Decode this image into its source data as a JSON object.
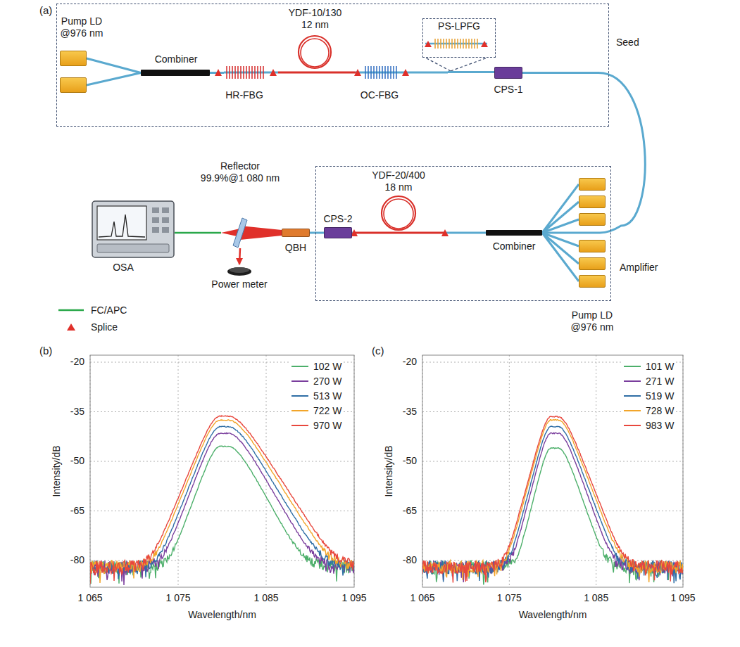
{
  "diagram": {
    "nodes": [
      {
        "text": [
          "Seed"
        ]
      },
      {
        "text": [
          "Pump LD @976 nm"
        ],
        "in": 0
      },
      {
        "text": [
          "Combiner"
        ],
        "in": 0
      },
      {
        "text": [
          "HR-FBG"
        ],
        "in": 0
      },
      {
        "text": [
          "YDF-10/130 12 nm"
        ],
        "in": 0
      },
      {
        "text": [
          "OC-FBG"
        ],
        "in": 0
      },
      {
        "text": [
          "PS-LPFG"
        ],
        "in": 0
      },
      {
        "text": [
          "CPS-1"
        ],
        "in": 0
      },
      {
        "text": [
          "Amplifier"
        ]
      },
      {
        "text": [
          "Pump LD @976 nm"
        ],
        "in": 8
      },
      {
        "text": [
          "Combiner"
        ],
        "in": 8
      },
      {
        "text": [
          "YDF-20/400 18 nm"
        ],
        "in": 8
      },
      {
        "text": [
          "CPS-2"
        ],
        "in": 8
      },
      {
        "text": [
          "QBH"
        ]
      },
      {
        "text": [
          "Reflector 99.9%@1 080 nm"
        ]
      },
      {
        "text": [
          "Power meter"
        ]
      },
      {
        "text": [
          "OSA"
        ]
      }
    ],
    "edges": [
      {
        "from": 1,
        "to": 2,
        "arrow": "none"
      },
      {
        "from": 2,
        "to": 3,
        "arrow": "none"
      },
      {
        "from": 3,
        "to": 4,
        "arrow": "none"
      },
      {
        "from": 4,
        "to": 5,
        "arrow": "none"
      },
      {
        "from": 5,
        "to": 6,
        "arrow": "none"
      },
      {
        "from": 6,
        "to": 7,
        "arrow": "none"
      },
      {
        "from": 7,
        "to": 10,
        "arrow": "none"
      },
      {
        "from": 9,
        "to": 10,
        "arrow": "none"
      },
      {
        "from": 10,
        "to": 11,
        "arrow": "none"
      },
      {
        "from": 11,
        "to": 12,
        "arrow": "none"
      },
      {
        "from": 12,
        "to": 13,
        "arrow": "none"
      },
      {
        "from": 13,
        "to": 14,
        "arrow": "none"
      },
      {
        "from": 14,
        "to": 15,
        "arrow": "to"
      },
      {
        "from": 14,
        "to": 16,
        "arrow": "none"
      }
    ],
    "labels": [
      "(a)",
      "(b)",
      "-20",
      "-35",
      "-50",
      "-65",
      "-80",
      "1 065",
      "1 075",
      "1 085",
      "1 095",
      "Intensity/dB",
      "Wavelength/nm",
      "(c)",
      "-20",
      "-35",
      "-50",
      "-65",
      "-80",
      "1 065",
      "1 075",
      "1 085",
      "1 095",
      "Intensity/dB",
      "Wavelength/nm"
    ],
    "legend": [
      {
        "text": "FC/APC"
      },
      {
        "text": "Splice"
      },
      {
        "text": "102 W"
      },
      {
        "text": "270 W"
      },
      {
        "text": "513 W"
      },
      {
        "text": "722 W"
      },
      {
        "text": "970 W"
      },
      {
        "text": "101 W"
      },
      {
        "text": "271 W"
      },
      {
        "text": "519 W"
      },
      {
        "text": "728 W"
      },
      {
        "text": "983 W"
      }
    ]
  }
}
